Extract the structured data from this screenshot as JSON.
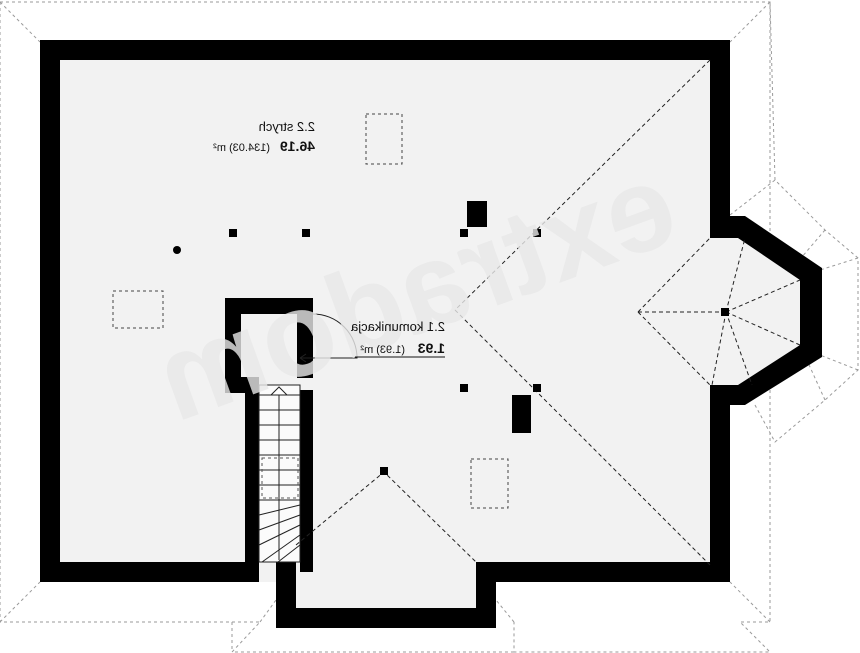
{
  "watermark": {
    "text": "extradom"
  },
  "rooms": [
    {
      "id": "2.2",
      "name": "2.2 strych",
      "area": "46.19",
      "area_secondary": "(134.03) m²"
    },
    {
      "id": "2.1",
      "name": "2.1 komunikacja",
      "area": "1.93",
      "area_secondary": "(1.93) m²"
    }
  ],
  "style": {
    "wall_color": "#000000",
    "floor_color": "#f2f2f2",
    "dash_color": "#555555"
  }
}
